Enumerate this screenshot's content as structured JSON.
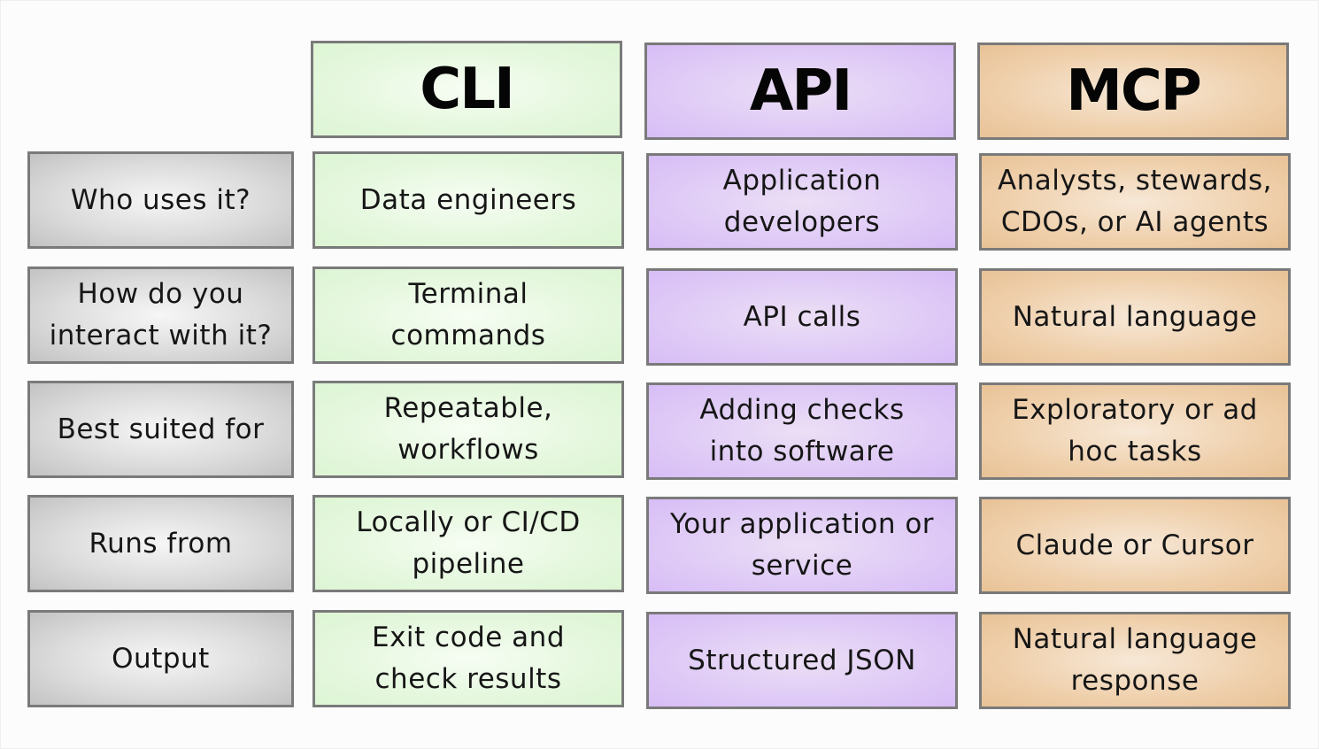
{
  "columns": [
    {
      "key": "cli",
      "title": "CLI",
      "color": "#dff5d6"
    },
    {
      "key": "api",
      "title": "API",
      "color": "#dcc5f6"
    },
    {
      "key": "mcp",
      "title": "MCP",
      "color": "#ebc89d"
    }
  ],
  "rows": [
    {
      "label": "Who uses it?",
      "cli": "Data engineers",
      "api": "Application developers",
      "mcp": "Analysts, stewards, CDOs, or AI agents"
    },
    {
      "label": "How do you interact with it?",
      "cli": "Terminal commands",
      "api": "API calls",
      "mcp": "Natural language"
    },
    {
      "label": "Best suited for",
      "cli": "Repeatable, workflows",
      "api": "Adding checks into software",
      "mcp": "Exploratory or ad hoc tasks"
    },
    {
      "label": "Runs from",
      "cli": "Locally or CI/CD pipeline",
      "api": "Your application or service",
      "mcp": "Claude or Cursor"
    },
    {
      "label": "Output",
      "cli": "Exit code and check results",
      "api": "Structured JSON",
      "mcp": "Natural language response"
    }
  ]
}
